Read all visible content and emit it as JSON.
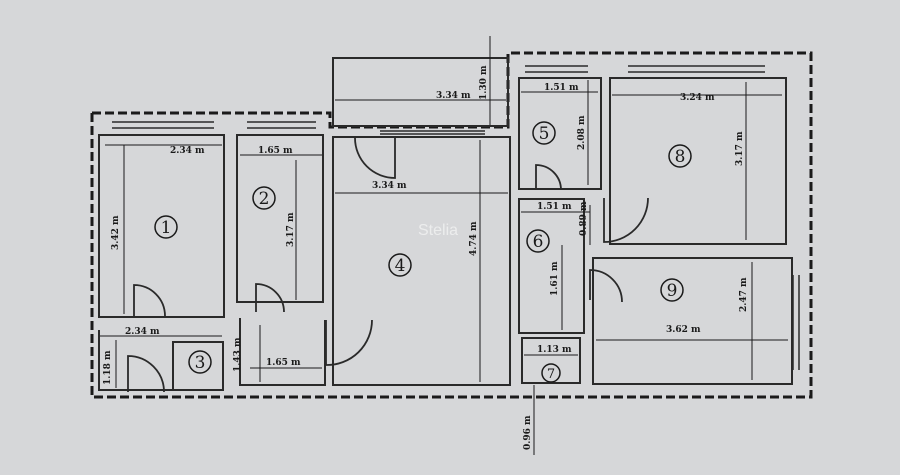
{
  "rooms": [
    {
      "num": "1"
    },
    {
      "num": "2"
    },
    {
      "num": "3"
    },
    {
      "num": "4"
    },
    {
      "num": "5"
    },
    {
      "num": "6"
    },
    {
      "num": "7"
    },
    {
      "num": "8"
    },
    {
      "num": "9"
    }
  ],
  "dimensions": {
    "r1_width": "2.34 m",
    "r1_height": "3.42 m",
    "r2_width": "1.65 m",
    "r2_height": "3.17 m",
    "r3_width": "2.34 m",
    "r3_height": "1.18 m",
    "hall_width": "1.65 m",
    "hall_height": "1.43 m",
    "r4_width": "3.34 m",
    "r4_height": "4.74 m",
    "balcony_width": "3.34 m",
    "balcony_height": "1.30 m",
    "r5_width": "1.51 m",
    "r5_height": "2.08 m",
    "r6_width": "1.51 m",
    "r6_height": "0.89 m",
    "r6_lower_height": "1.61 m",
    "r7_width": "1.13 m",
    "r8_width": "3.24 m",
    "r8_height": "3.17 m",
    "r9_width": "3.62 m",
    "r9_height": "2.47 m",
    "bottom_mark": "0.96 m"
  },
  "watermark": "Stelia",
  "colors": {
    "paper": "#d6d7d9",
    "ink": "#1a1a1a",
    "wall": "#2a2a2a"
  }
}
